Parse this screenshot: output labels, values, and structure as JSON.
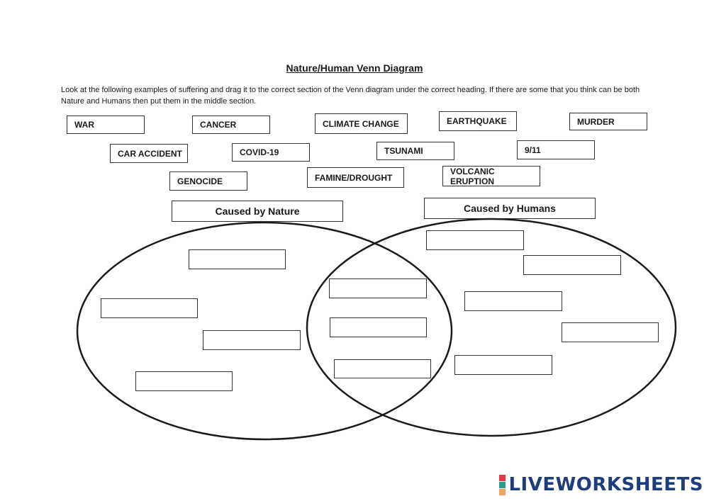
{
  "worksheet": {
    "title": "Nature/Human Venn Diagram",
    "instructions": "Look at the following examples of suffering and drag it to the correct section of the Venn diagram under the correct heading. If there are some that you think can be both Nature and Humans then put them in the middle section.",
    "words": [
      "WAR",
      "CANCER",
      "CLIMATE CHANGE",
      "EARTHQUAKE",
      "MURDER",
      "CAR ACCIDENT",
      "COVID-19",
      "TSUNAMI",
      "9/11",
      "GENOCIDE",
      "FAMINE/DROUGHT",
      "VOLCANIC ERUPTION"
    ],
    "headings": {
      "nature": "Caused by Nature",
      "humans": "Caused by Humans"
    }
  },
  "brand": {
    "name": "LIVEWORKSHEETS",
    "colors": [
      "#e63946",
      "#2a9d8f",
      "#f4a261"
    ]
  }
}
